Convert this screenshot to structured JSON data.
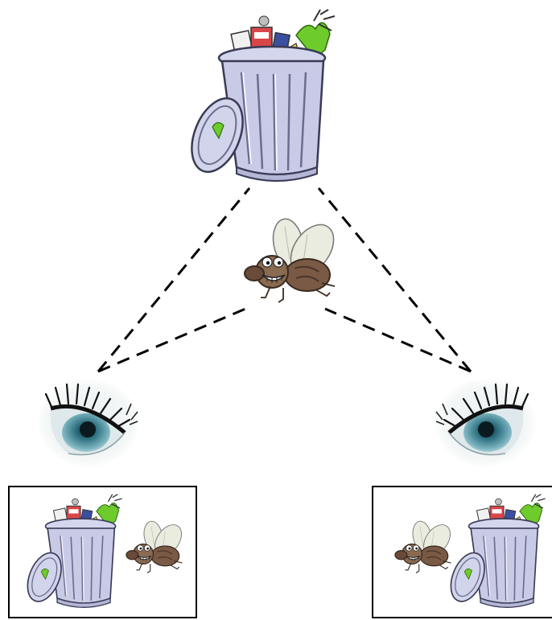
{
  "scene": {
    "top_object": "trash-can",
    "center_object": "fly",
    "left_viewer": "eye",
    "right_viewer": "eye",
    "left_view": [
      "trash-can",
      "fly"
    ],
    "right_view": [
      "fly",
      "trash-can"
    ]
  },
  "colors": {
    "line": "#000000",
    "can_body": "#c9cbe6",
    "can_outline": "#3a3a55",
    "slime": "#6ecb2c",
    "fly_body": "#7a5a45",
    "fly_wing": "#e9ecdf",
    "iris": "#3b7d8c",
    "lash": "#111111"
  }
}
